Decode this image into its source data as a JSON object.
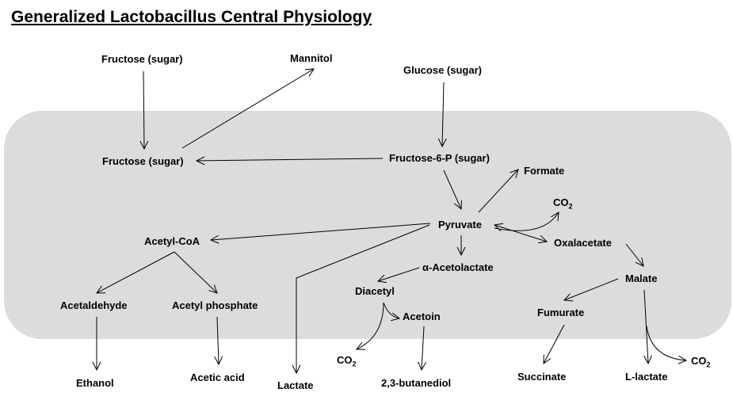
{
  "title": "Generalized Lactobacillus Central Physiology",
  "nodes": {
    "fructose_outside": "Fructose (sugar)",
    "mannitol": "Mannitol",
    "glucose_outside": "Glucose (sugar)",
    "fructose_inside": "Fructose (sugar)",
    "fructose_6_p": "Fructose-6-P (sugar)",
    "formate": "Formate",
    "co2_pyruvate": "CO",
    "co2_pyruvate_sub": "2",
    "pyruvate": "Pyruvate",
    "acetyl_coa": "Acetyl-CoA",
    "oxalacetate": "Oxalacetate",
    "alpha_acetolactate": "α-Acetolactate",
    "malate": "Malate",
    "diacetyl": "Diacetyl",
    "acetaldehyde": "Acetaldehyde",
    "acetyl_phosphate": "Acetyl phosphate",
    "fumurate": "Fumurate",
    "acetoin": "Acetoin",
    "co2_diacetyl": "CO",
    "co2_diacetyl_sub": "2",
    "co2_malate": "CO",
    "co2_malate_sub": "2",
    "ethanol": "Ethanol",
    "acetic_acid": "Acetic acid",
    "lactate": "Lactate",
    "butanediol": "2,3-butanediol",
    "succinate": "Succinate",
    "l_lactate": "L-lactate"
  }
}
